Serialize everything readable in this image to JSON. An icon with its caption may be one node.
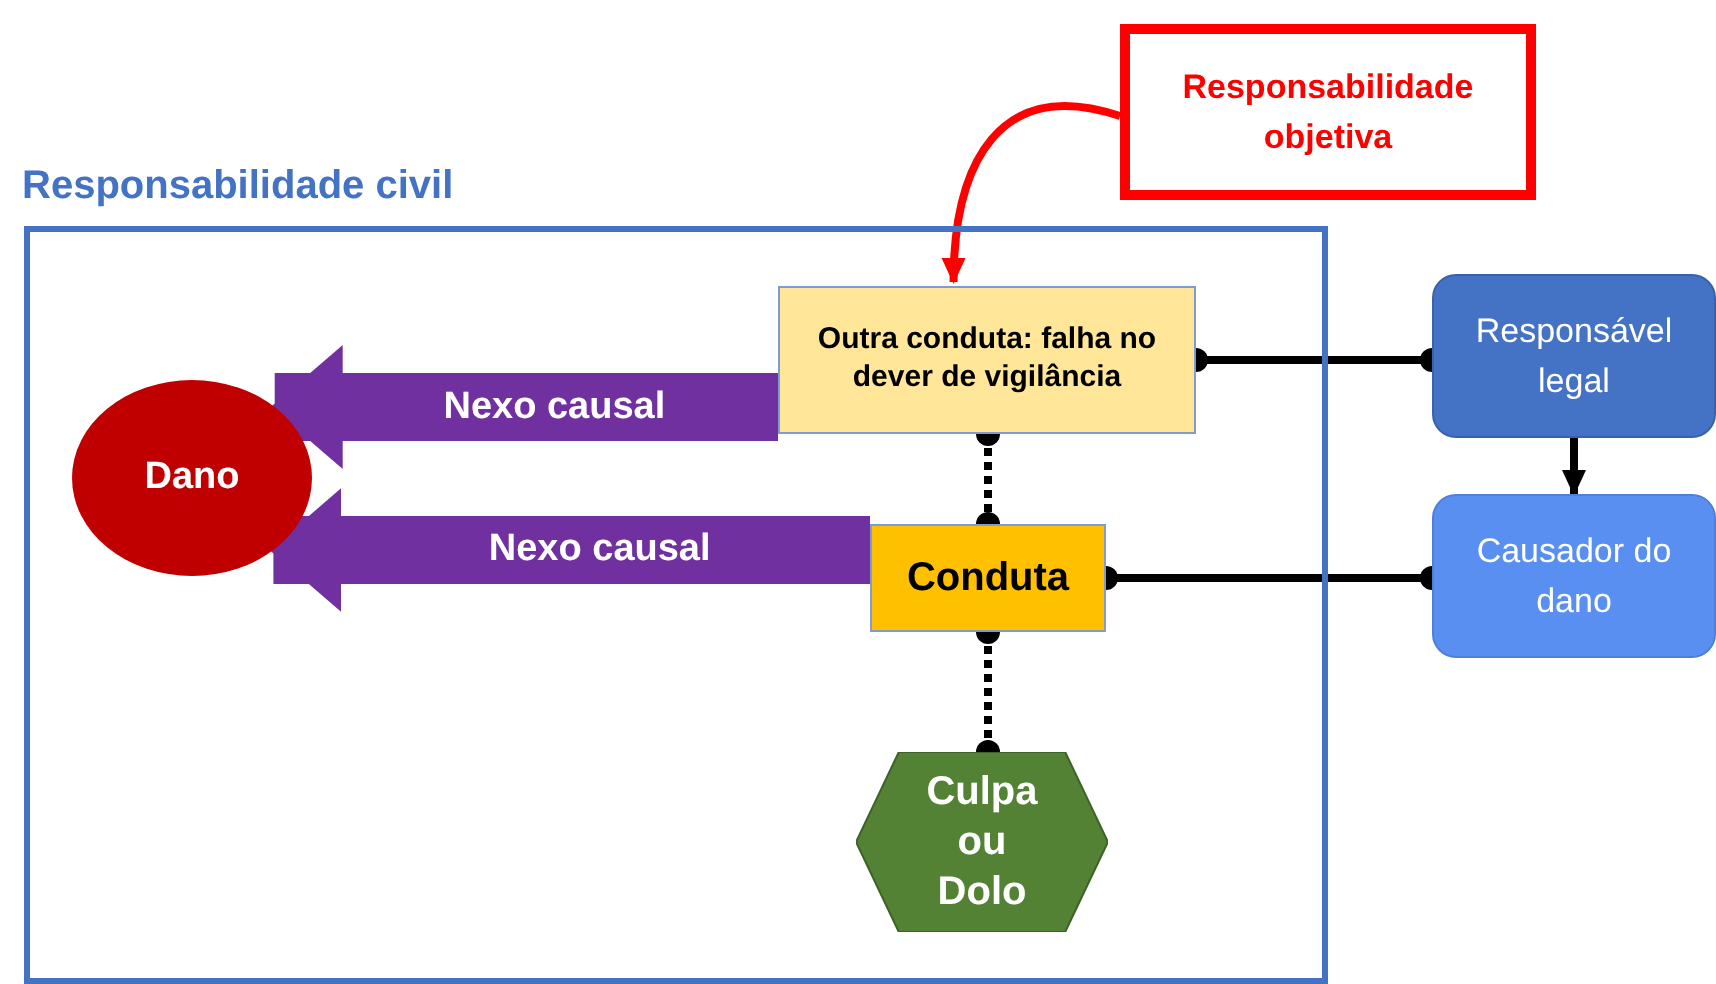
{
  "diagram": {
    "nodes": [
      {
        "text": [
          "Responsabilidade objetiva"
        ]
      },
      {
        "text": [
          "Responsabilidade civil"
        ]
      },
      {
        "text": [
          "Outra conduta: falha no dever de vigilância"
        ],
        "in": 1
      },
      {
        "text": [
          "Dano"
        ],
        "in": 1
      },
      {
        "text": [
          "Conduta"
        ],
        "in": 1
      },
      {
        "text": [
          "Culpa ou Dolo"
        ],
        "in": 1
      },
      {
        "text": [
          "Responsável legal"
        ]
      },
      {
        "text": [
          "Causador do dano"
        ]
      }
    ],
    "edges": [
      {
        "from": 0,
        "to": 2,
        "arrow": "to",
        "color": "#ff0000"
      },
      {
        "from": 2,
        "to": 3,
        "arrow": "to",
        "label": "Nexo causal",
        "style": "thick",
        "color": "#7030a0"
      },
      {
        "from": 4,
        "to": 3,
        "arrow": "to",
        "label": "Nexo causal",
        "style": "thick",
        "color": "#7030a0"
      },
      {
        "from": 2,
        "to": 4,
        "arrow": "other",
        "style": "dashed"
      },
      {
        "from": 4,
        "to": 5,
        "arrow": "other",
        "style": "dashed"
      },
      {
        "from": 2,
        "to": 6,
        "arrow": "other"
      },
      {
        "from": 4,
        "to": 7,
        "arrow": "other"
      },
      {
        "from": 6,
        "to": 7,
        "arrow": "to"
      }
    ]
  }
}
